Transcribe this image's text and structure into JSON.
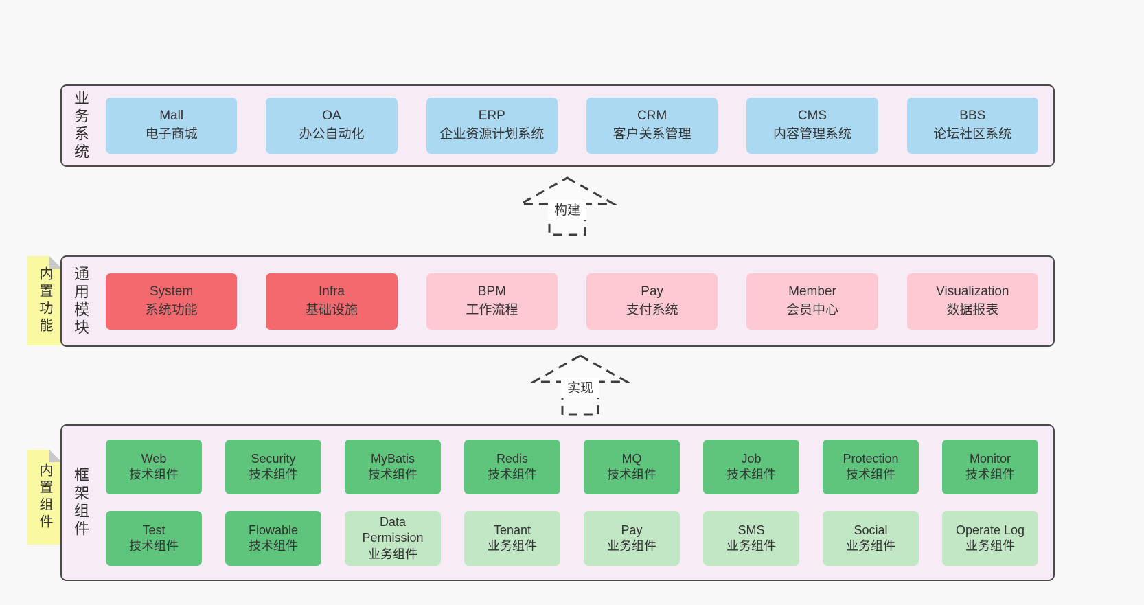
{
  "colors": {
    "page_bg": "#f8f8f8",
    "section_bg": "#f7ecf5",
    "section_border": "#4a4a4a",
    "blue_box": "#abd9f2",
    "red_box": "#f4696d",
    "pink_box": "#fec9d2",
    "green_box": "#5fc57d",
    "light_green_box": "#c1e7c4",
    "sticky_bg": "#f9f9a2",
    "sticky_fold": "#c9c9c9",
    "text": "#333333"
  },
  "arrows": [
    {
      "label": "构建"
    },
    {
      "label": "实现"
    }
  ],
  "sections": [
    {
      "label": "业务系统",
      "rows": [
        [
          {
            "name": "Mall",
            "desc": "电子商城"
          },
          {
            "name": "OA",
            "desc": "办公自动化"
          },
          {
            "name": "ERP",
            "desc": "企业资源计划系统"
          },
          {
            "name": "CRM",
            "desc": "客户关系管理"
          },
          {
            "name": "CMS",
            "desc": "内容管理系统"
          },
          {
            "name": "BBS",
            "desc": "论坛社区系统"
          }
        ]
      ]
    },
    {
      "label": "通用模块",
      "sticky": "内置功能",
      "rows": [
        [
          {
            "name": "System",
            "desc": "系统功能"
          },
          {
            "name": "Infra",
            "desc": "基础设施"
          },
          {
            "name": "BPM",
            "desc": "工作流程"
          },
          {
            "name": "Pay",
            "desc": "支付系统"
          },
          {
            "name": "Member",
            "desc": "会员中心"
          },
          {
            "name": "Visualization",
            "desc": "数据报表"
          }
        ]
      ]
    },
    {
      "label": "框架组件",
      "sticky": "内置组件",
      "rows": [
        [
          {
            "name": "Web",
            "desc": "技术组件"
          },
          {
            "name": "Security",
            "desc": "技术组件"
          },
          {
            "name": "MyBatis",
            "desc": "技术组件"
          },
          {
            "name": "Redis",
            "desc": "技术组件"
          },
          {
            "name": "MQ",
            "desc": "技术组件"
          },
          {
            "name": "Job",
            "desc": "技术组件"
          },
          {
            "name": "Protection",
            "desc": "技术组件"
          },
          {
            "name": "Monitor",
            "desc": "技术组件"
          }
        ],
        [
          {
            "name": "Test",
            "desc": "技术组件"
          },
          {
            "name": "Flowable",
            "desc": "技术组件"
          },
          {
            "name": "Data Permission",
            "desc": "业务组件"
          },
          {
            "name": "Tenant",
            "desc": "业务组件"
          },
          {
            "name": "Pay",
            "desc": "业务组件"
          },
          {
            "name": "SMS",
            "desc": "业务组件"
          },
          {
            "name": "Social",
            "desc": "业务组件"
          },
          {
            "name": "Operate Log",
            "desc": "业务组件"
          }
        ]
      ]
    }
  ]
}
